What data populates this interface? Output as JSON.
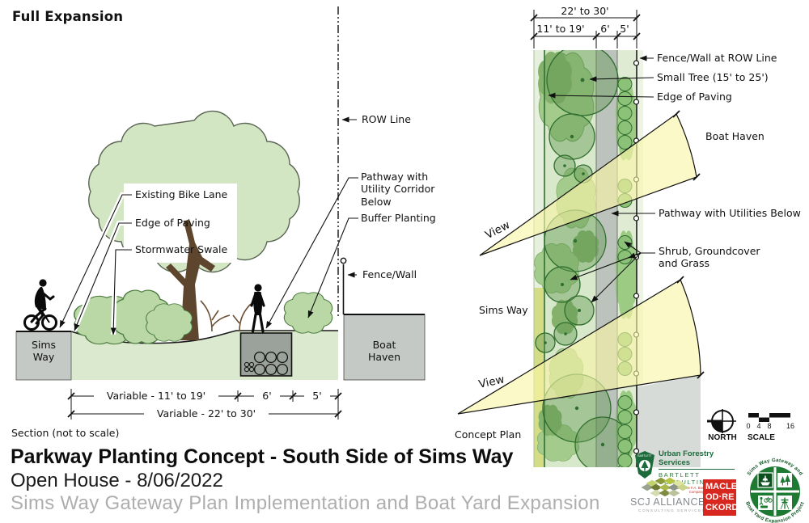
{
  "header": {
    "title": "Full Expansion"
  },
  "section": {
    "caption": "Section (not to scale)",
    "labels": {
      "bike_lane": "Existing Bike Lane",
      "edge_of_paving": "Edge of Paving",
      "stormwater_swale": "Stormwater Swale",
      "row_line": "ROW Line",
      "pathway": "Pathway with Utility Corridor Below",
      "buffer_planting": "Buffer Planting",
      "fence_wall": "Fence/Wall",
      "sims_way": "Sims\nWay",
      "boat_haven": "Boat\nHaven"
    },
    "dims": {
      "inner": "Variable - 11' to 19'",
      "path": "6'",
      "buffer": "5'",
      "total": "Variable - 22' to 30'"
    }
  },
  "plan": {
    "caption": "Concept Plan",
    "dims": {
      "total": "22' to 30'",
      "inner": "11' to 19'",
      "path": "6'",
      "buffer": "5'"
    },
    "labels": {
      "fence_row": "Fence/Wall at ROW Line",
      "small_tree": "Small Tree (15' to 25')",
      "edge_of_paving": "Edge of Paving",
      "boat_haven": "Boat Haven",
      "pathway": "Pathway with Utilities Below",
      "shrub": "Shrub, Groundcover\nand Grass",
      "sims_way": "Sims Way",
      "view_upper": "View",
      "view_lower": "View"
    },
    "north_label": "NORTH",
    "scale_label": "SCALE",
    "scale_ticks": [
      "0",
      "4",
      "8",
      "16"
    ]
  },
  "titleblock": {
    "title": "Parkway Planting Concept - South Side of Sims Way",
    "subtitle": "Open House  -  8/06/2022",
    "project": "Sims Way Gateway Plan Implementation and Boat Yard Expansion"
  },
  "logos": {
    "bartlett": {
      "shield": "BARTLETT",
      "line1": "Urban Forestry Services",
      "line2": "BARTLETT CONSULTING",
      "tagline": "Divisions of The F.A. Bartlett Tree Expert Company"
    },
    "scj": {
      "name": "SCJ ALLIANCE",
      "sub": "CONSULTING SERVICES"
    },
    "macleod": {
      "l1": "MACLE",
      "l2": "OD·RE",
      "l3": "CKORD"
    },
    "project_seal": {
      "top": "Sims Way Gateway and",
      "bottom": "Boat Yard Expansion Project"
    }
  },
  "colors": {
    "canopy_green": "#d3e6c3",
    "planting_green": "#d8e8ca",
    "shrub_green": "#b9d8a6",
    "road_gray": "#c5c9c5",
    "utility_box_gray": "#9ba19b",
    "view_cone_yellow": "#faf5a6",
    "bartlett_green": "#1d6b3c",
    "macleod_red": "#d8271e",
    "seal_green": "#1e7a33"
  }
}
